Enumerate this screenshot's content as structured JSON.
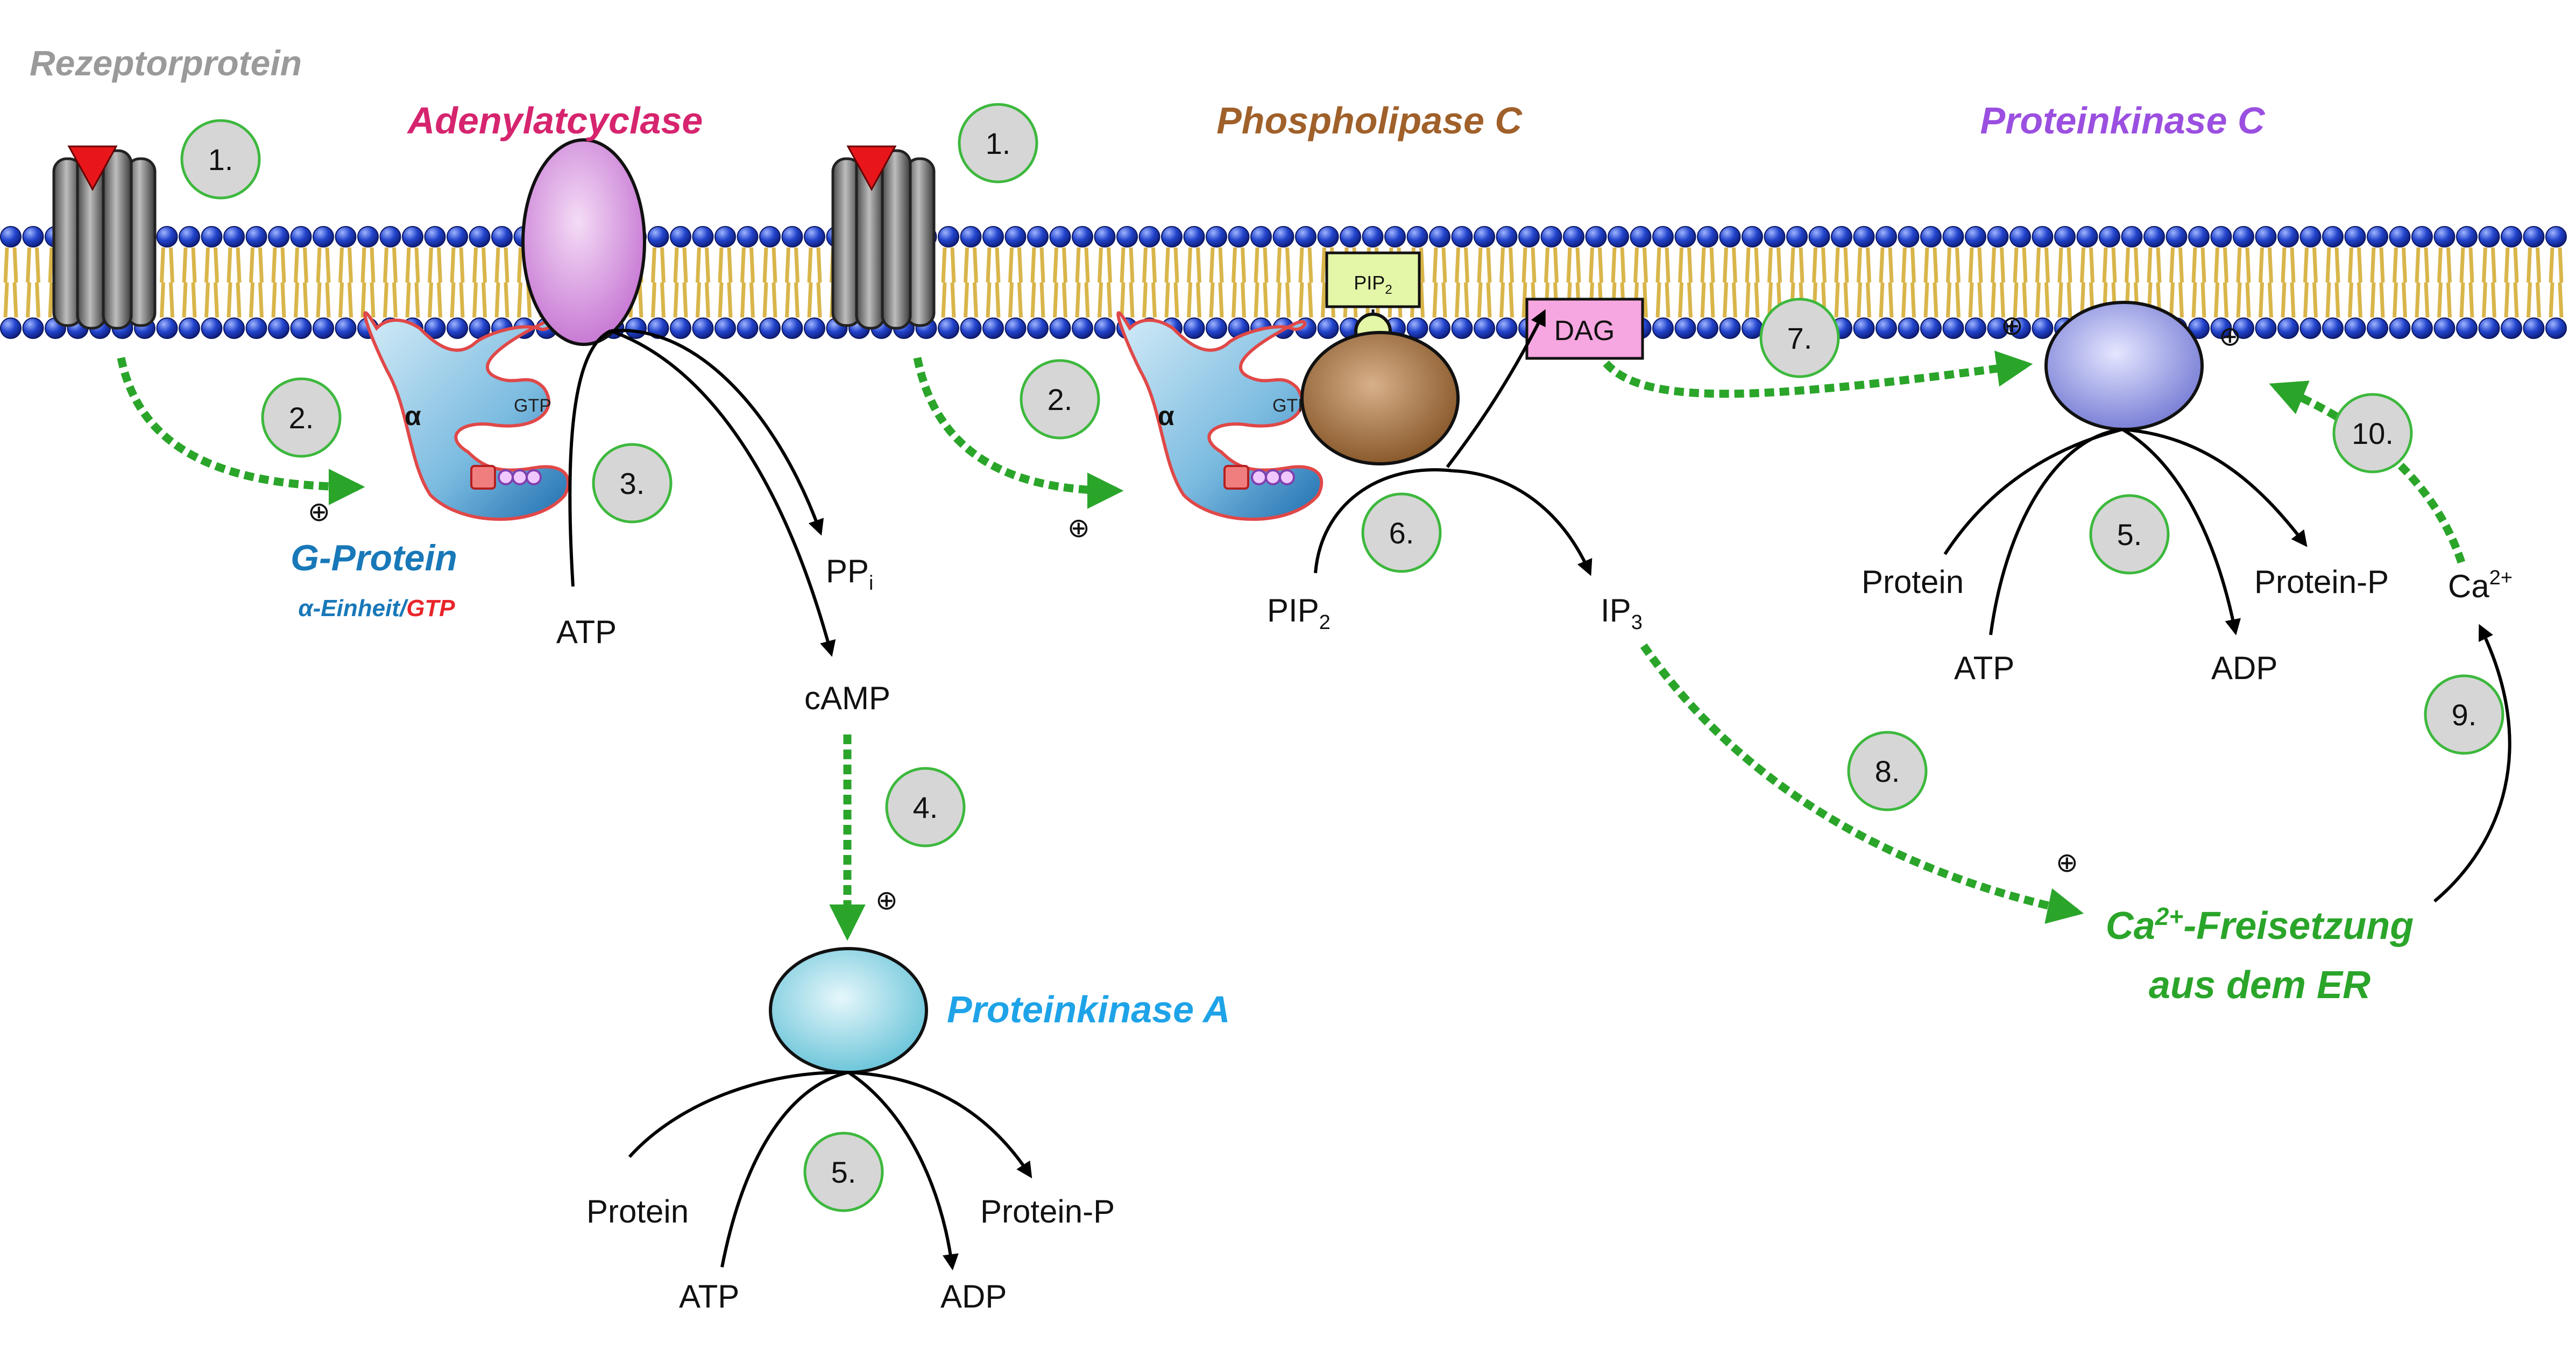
{
  "title": "Rezeptorprotein",
  "enzymes": {
    "adenylatcyclase": "Adenylatcyclase",
    "phospholipase_c": "Phospholipase C",
    "proteinkinase_c": "Proteinkinase C",
    "proteinkinase_a": "Proteinkinase A"
  },
  "g_protein": {
    "label": "G-Protein",
    "subunit_part": "α-Einheit/",
    "gtp_part": "GTP",
    "alpha": "α",
    "gtp_small": "GTP"
  },
  "step_labels": {
    "s1a": "1.",
    "s1b": "1.",
    "s2a": "2.",
    "s2b": "2.",
    "s3": "3.",
    "s4": "4.",
    "s5a": "5.",
    "s5b": "5.",
    "s6": "6.",
    "s7": "7.",
    "s8": "8.",
    "s9": "9.",
    "s10": "10."
  },
  "plus_sign": "⊕",
  "molecules": {
    "atp": "ATP",
    "pp_base": "PP",
    "pp_sub": "i",
    "camp": "cAMP",
    "protein": "Protein",
    "protein_p": "Protein-P",
    "adp": "ADP",
    "pip_base": "PIP",
    "pip_sub": "2",
    "ip_base": "IP",
    "ip_sub": "3",
    "dag": "DAG",
    "ca_base": "Ca",
    "ca_sup": "2+",
    "release_line1_base": "Ca",
    "release_line1_sup": "2+",
    "release_line1_rest": "-Freisetzung",
    "release_line2": "aus dem ER"
  },
  "colors": {
    "gray_title": "#9a9a9a",
    "adenylatcyclase": "#d6246e",
    "phospholipase_c": "#a0602a",
    "proteinkinase_c": "#9b4fe0",
    "proteinkinase_a": "#1ea3e8",
    "g_protein": "#1878b8",
    "gtp_red": "#e8252a",
    "green": "#2aa52a",
    "membrane_head": "#2244cc",
    "lipid_tail": "#d9b54a",
    "step_fill": "#d6d6d6",
    "step_stroke": "#3db83d"
  }
}
